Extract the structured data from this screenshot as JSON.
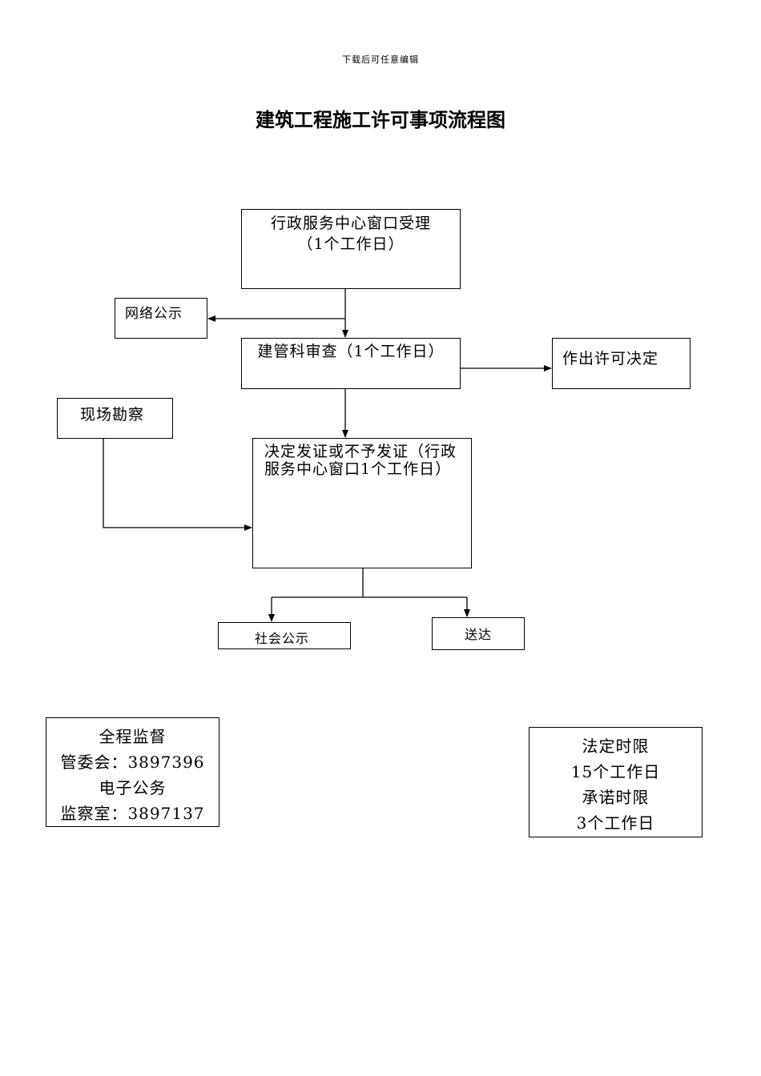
{
  "header": {
    "text": "下载后可任意编辑"
  },
  "title": "建筑工程施工许可事项流程图",
  "nodes": {
    "accept": {
      "line1": "行政服务中心窗口受理",
      "line2": "（1个工作日）"
    },
    "net_publicity": {
      "label": "网络公示"
    },
    "review": {
      "label": "建管科审查（1个工作日）"
    },
    "decision": {
      "label": "作出许可决定"
    },
    "survey": {
      "label": "现场勘察"
    },
    "issue": {
      "label": "决定发证或不予发证（行政服务中心窗口1个工作日）"
    },
    "social_publicity": {
      "label": "社会公示"
    },
    "deliver": {
      "label": "送达"
    }
  },
  "supervision": {
    "line1": "全程监督",
    "line2": "管委会：3897396",
    "line3": "电子公务",
    "line4": "监察室：3897137"
  },
  "time_limits": {
    "line1": "法定时限",
    "line2": "15个工作日",
    "line3": "承诺时限",
    "line4": "3个工作日"
  }
}
